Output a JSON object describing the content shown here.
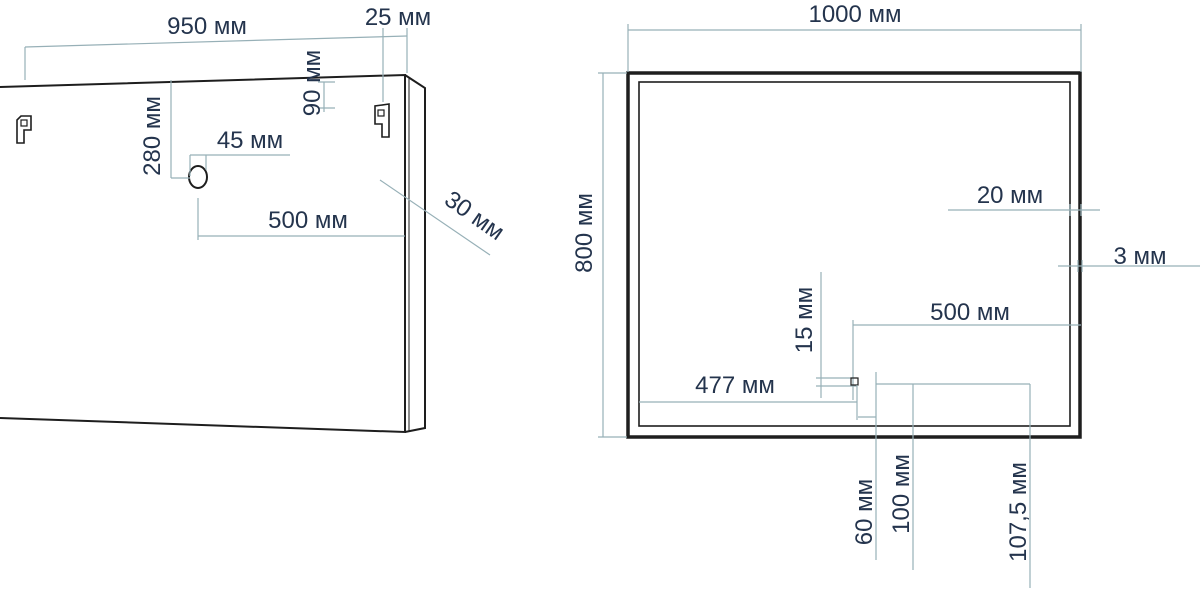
{
  "back_view": {
    "width": "950 мм",
    "depth": "25 мм",
    "hook_offset": "90 мм",
    "hole_height": "280 мм",
    "hole_diameter": "45 мм",
    "hole_to_edge": "500 мм",
    "frame_thickness": "30 мм"
  },
  "front_view": {
    "width": "1000 мм",
    "height": "800 мм",
    "frame_width": "20 мм",
    "gap": "3 мм",
    "center_to_edge": "500 мм",
    "sensor_height": "15 мм",
    "center_to_left": "477 мм",
    "dim_60": "60 мм",
    "dim_100": "100 мм",
    "dim_107_5": "107,5 мм"
  }
}
